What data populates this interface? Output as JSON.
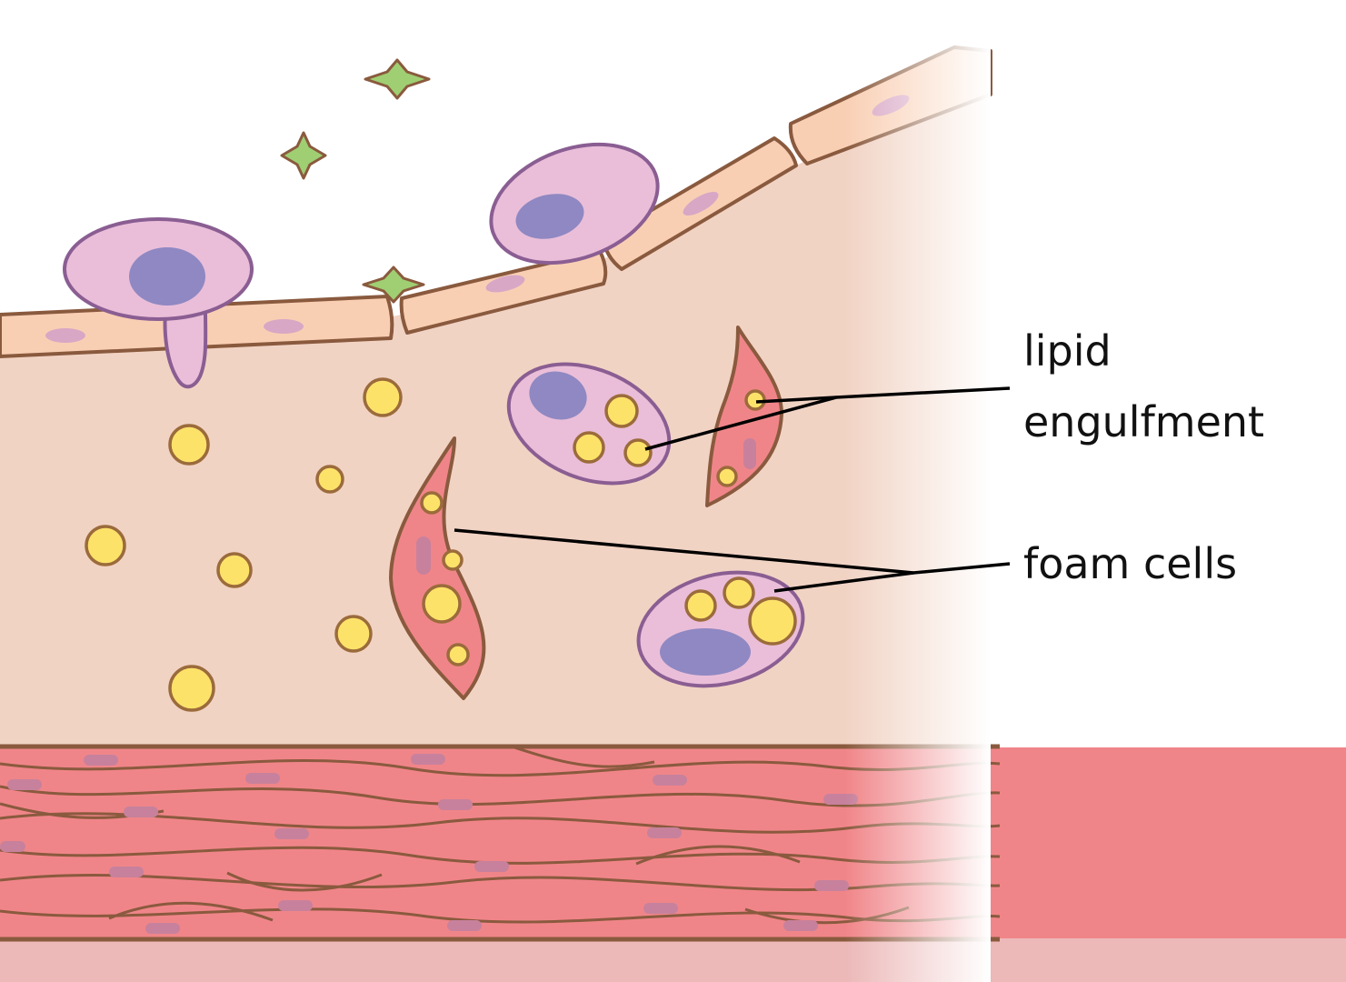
{
  "labels": {
    "lipid_line1": "lipid",
    "lipid_line2": "engulfment",
    "foam": "foam cells"
  },
  "colors": {
    "intima": "#f1d3c4",
    "endothelium": "#f9cfb4",
    "endothelium_nucleus": "#d8a7c5",
    "outline": "#8a5a3e",
    "macrophage": "#eabed9",
    "macrophage_outline": "#8a5e92",
    "macrophage_nucleus": "#8f88c2",
    "smooth_muscle": "#f08589",
    "smooth_muscle_nucleus": "#c7819c",
    "lipid": "#fde26a",
    "lipid_outline": "#9b6b3b",
    "star": "#9fcf72",
    "adventitia": "#ecb8b8",
    "leader_line": "#000000"
  },
  "icons": [
    "monocyte-icon",
    "macrophage-icon",
    "foam-cell-icon",
    "smooth-muscle-cell-icon",
    "lipid-droplet-icon",
    "cytokine-star-icon"
  ]
}
